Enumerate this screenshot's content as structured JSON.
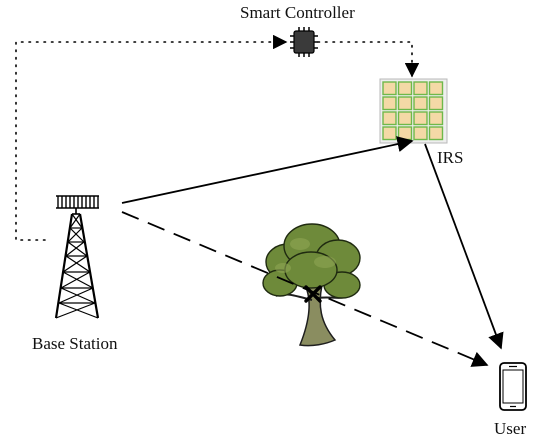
{
  "labels": {
    "controller": "Smart Controller",
    "irs": "IRS",
    "base_station": "Base Station",
    "user": "User"
  },
  "colors": {
    "line": "#000000",
    "irs_fill": "#f4d9a6",
    "irs_border": "#6fb84a",
    "irs_frame": "#dcdcdc",
    "tree_foliage": "#6e8a3a",
    "tree_trunk": "#8a8d60",
    "chip": "#3a3a3a"
  },
  "icons": {
    "controller": "chip-icon",
    "base_station": "cell-tower-icon",
    "obstacle": "tree-icon",
    "blocked": "cross-icon",
    "user": "smartphone-icon"
  }
}
